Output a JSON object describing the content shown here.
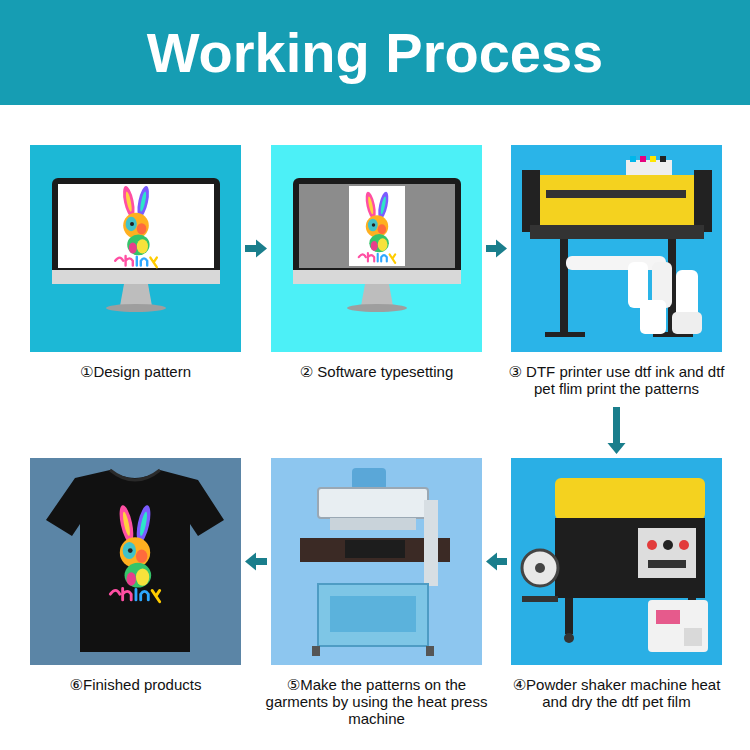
{
  "diagram": {
    "title": "Working Process",
    "nodes": [
      {
        "text": [
          "①Design pattern"
        ]
      },
      {
        "text": [
          "② Software typesetting"
        ]
      },
      {
        "text": [
          "③ DTF printer use dtf ink and dtf pet flim print the patterns"
        ]
      },
      {
        "text": [
          "⑥Finished products"
        ]
      },
      {
        "text": [
          "⑤Make the patterns on the garments by using the heat press machine"
        ]
      },
      {
        "text": [
          "④Powder shaker machine heat and dry the dtf pet film"
        ]
      }
    ],
    "edges": [
      {
        "from": 0,
        "to": 1,
        "arrow": "to"
      },
      {
        "from": 1,
        "to": 2,
        "arrow": "to"
      },
      {
        "from": 2,
        "to": 5,
        "arrow": "to"
      },
      {
        "from": 5,
        "to": 4,
        "arrow": "to"
      },
      {
        "from": 4,
        "to": 3,
        "arrow": "to"
      }
    ]
  }
}
